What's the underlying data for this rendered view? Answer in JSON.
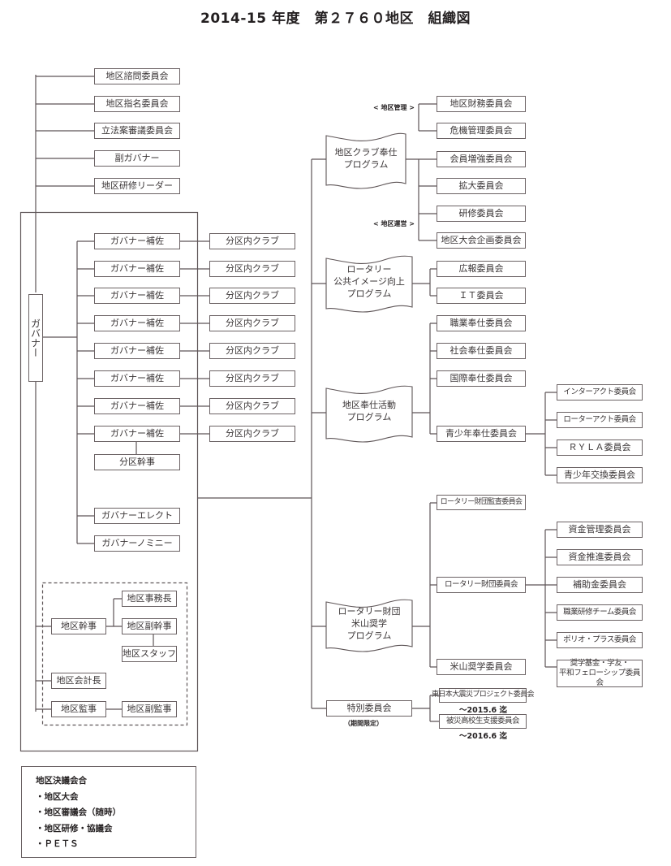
{
  "title": "2014-15 年度　第２７６０地区　組織図",
  "top_committees": [
    "地区諮問委員会",
    "地区指名委員会",
    "立法案審議委員会",
    "副ガバナー",
    "地区研修リーダー"
  ],
  "governor": "ガバナー",
  "assistant_governors": {
    "label": "ガバナー補佐",
    "club_label": "分区内クラブ",
    "count": 8,
    "items": [
      {
        "assistant": "ガバナー補佐",
        "clubs": "分区内クラブ"
      },
      {
        "assistant": "ガバナー補佐",
        "clubs": "分区内クラブ"
      },
      {
        "assistant": "ガバナー補佐",
        "clubs": "分区内クラブ"
      },
      {
        "assistant": "ガバナー補佐",
        "clubs": "分区内クラブ"
      },
      {
        "assistant": "ガバナー補佐",
        "clubs": "分区内クラブ"
      },
      {
        "assistant": "ガバナー補佐",
        "clubs": "分区内クラブ"
      },
      {
        "assistant": "ガバナー補佐",
        "clubs": "分区内クラブ"
      },
      {
        "assistant": "ガバナー補佐",
        "clubs": "分区内クラブ"
      }
    ],
    "section_secretary": "分区幹事"
  },
  "governor_elect": "ガバナーエレクト",
  "governor_nominee": "ガバナーノミニー",
  "secretariat": {
    "district_secretary": "地区幹事",
    "office_chief": "地区事務長",
    "vice_secretary": "地区副幹事",
    "staff": "地区スタッフ",
    "treasurer": "地区会計長",
    "auditor": "地区監事",
    "vice_auditor": "地区副監事"
  },
  "programs": {
    "club_service": {
      "title": "地区クラブ奉仕\nプログラム",
      "note_management": "< 地区管理 >",
      "note_operations": "< 地区運営 >",
      "management": [
        "地区財務委員会",
        "危機管理委員会"
      ],
      "operations": [
        "会員増強委員会",
        "拡大委員会",
        "研修委員会",
        "地区大会企画委員会"
      ]
    },
    "public_image": {
      "title": "ロータリー\n公共イメージ向上\nプログラム",
      "committees": [
        "広報委員会",
        "ＩＴ委員会"
      ]
    },
    "service": {
      "title": "地区奉仕活動\nプログラム",
      "committees": [
        "職業奉仕委員会",
        "社会奉仕委員会",
        "国際奉仕委員会",
        "青少年奉仕委員会"
      ],
      "youth": [
        "インターアクト委員会",
        "ローターアクト委員会",
        "ＲＹＬＡ委員会",
        "青少年交換委員会"
      ]
    },
    "foundation": {
      "title": "ロータリー財団\n米山奨学\nプログラム",
      "audit": "ロータリー財団監査委員会",
      "foundation_committee": "ロータリー財団委員会",
      "yoneyama": "米山奨学委員会",
      "sub": [
        "資金管理委員会",
        "資金推進委員会",
        "補助金委員会",
        "職業研修チーム委員会",
        "ポリオ・プラス委員会",
        "奨学基金・学友・\n平和フェローシップ委員会"
      ]
    },
    "special": {
      "title": "特別委員会",
      "subtitle": "（期間限定）",
      "committees": [
        {
          "name": "東日本大震災プロジェクト委員会",
          "period": "～2015.6 迄"
        },
        {
          "name": "被災高校生支援委員会",
          "period": "～2016.6 迄"
        }
      ]
    }
  },
  "legend": {
    "heading": "地区決議会合",
    "items": [
      "・地区大会",
      "・地区審議会（随時）",
      "・地区研修・協議会",
      "・ＰＥＴＳ"
    ]
  }
}
